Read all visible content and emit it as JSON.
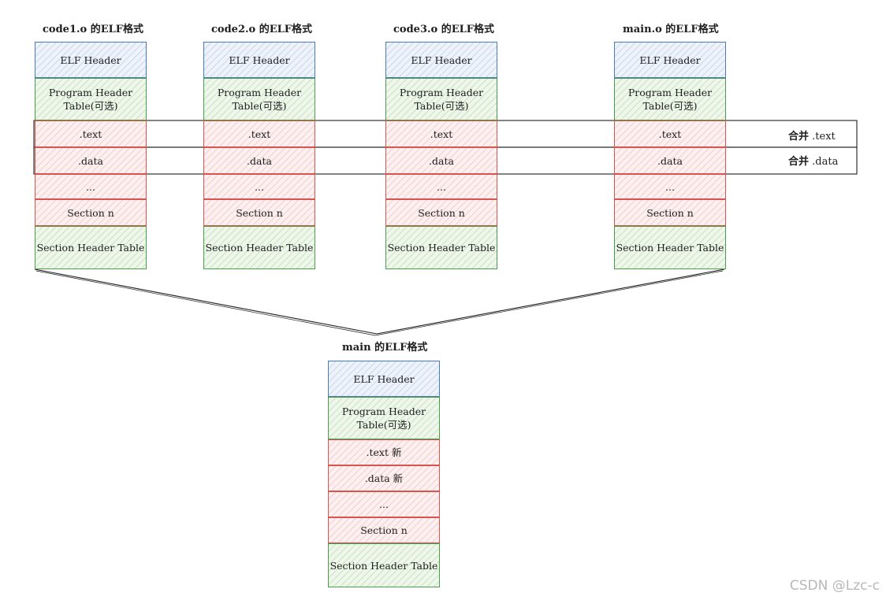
{
  "columns": [
    {
      "title": "code1.o 的ELF格式"
    },
    {
      "title": "code2.o 的ELF格式"
    },
    {
      "title": "code3.o 的ELF格式"
    },
    {
      "title": "main.o 的ELF格式"
    }
  ],
  "column_rows": {
    "elf_header": "ELF Header",
    "program_header_line1": "Program Header",
    "program_header_line2": "Table(可选)",
    "text": ".text",
    "data": ".data",
    "ellipsis": "...",
    "section_n": "Section n",
    "section_header_table": "Section Header Table"
  },
  "merge_labels": {
    "text": {
      "prefix": "合并",
      "suffix": ".text"
    },
    "data": {
      "prefix": "合并",
      "suffix": ".data"
    }
  },
  "result": {
    "title": "main 的ELF格式",
    "elf_header": "ELF Header",
    "program_header_line1": "Program Header",
    "program_header_line2": "Table(可选)",
    "text": ".text 新",
    "data": ".data 新",
    "ellipsis": "...",
    "section_n": "Section n",
    "section_header_table": "Section Header Table"
  },
  "watermark": "CSDN @Lzc-c",
  "colors": {
    "header_blue": "#4a7ab8",
    "program_green": "#4d9a4d",
    "section_red": "#d9534f"
  }
}
